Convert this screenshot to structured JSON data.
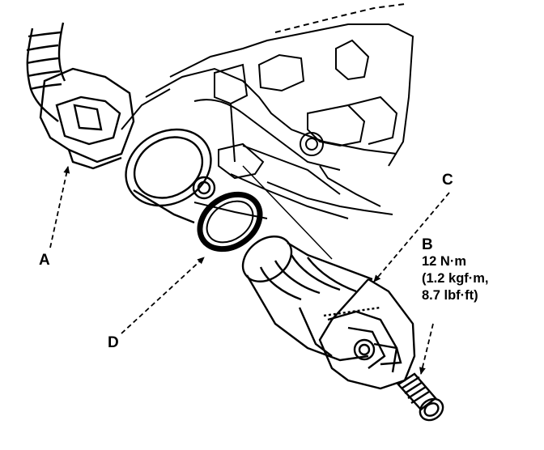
{
  "callouts": {
    "a": "A",
    "b": "B",
    "c": "C",
    "d": "D"
  },
  "torque_spec": {
    "line1": "12 N·m",
    "line2": "(1.2 kgf·m,",
    "line3": "8.7 lbf·ft)"
  }
}
